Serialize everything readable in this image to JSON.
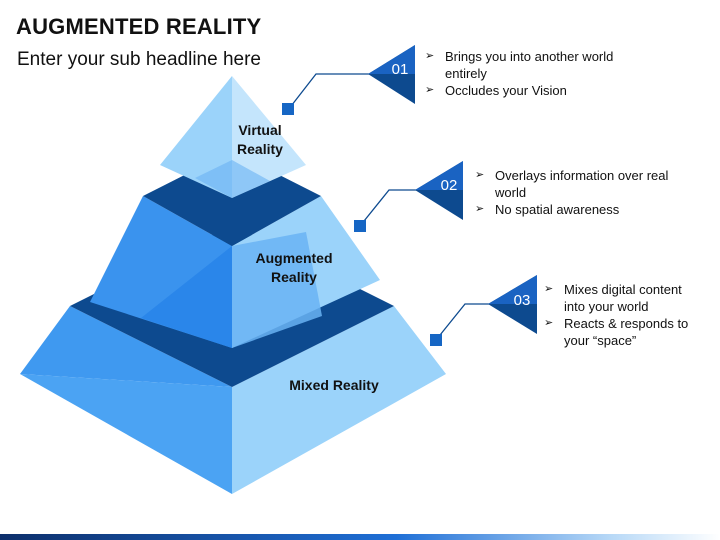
{
  "title": "AUGMENTED REALITY",
  "subtitle": "Enter your sub headline here",
  "colors": {
    "light": "#8ccaf6",
    "medium": "#3a93ee",
    "dark": "#0d4a8f",
    "accent_square": "#1666c4"
  },
  "levels": [
    {
      "label_line1": "Virtual",
      "label_line2": "Reality",
      "number": "01",
      "bullets": [
        "Brings you into another world entirely",
        "Occludes your Vision"
      ]
    },
    {
      "label_line1": "Augmented",
      "label_line2": "Reality",
      "number": "02",
      "bullets": [
        "Overlays information over real world",
        "No spatial awareness"
      ]
    },
    {
      "label_line1": "Mixed Reality",
      "label_line2": "",
      "number": "03",
      "bullets": [
        "Mixes digital content into your world",
        "Reacts & responds to your “space”"
      ]
    }
  ]
}
